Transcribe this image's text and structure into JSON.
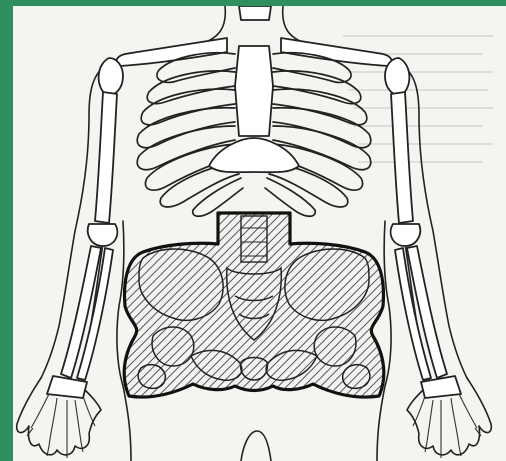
{
  "colors": {
    "frame": "#2f8f5f",
    "paper": "#f4f4f1",
    "ink": "#222222",
    "hatch": "#555555"
  },
  "figure": {
    "elements": [
      "body-outline",
      "skull-base",
      "clavicles",
      "sternum",
      "rib-cage",
      "spine",
      "arm-bones",
      "hand-bones",
      "pelvis",
      "hatched-abdominal-region"
    ]
  }
}
